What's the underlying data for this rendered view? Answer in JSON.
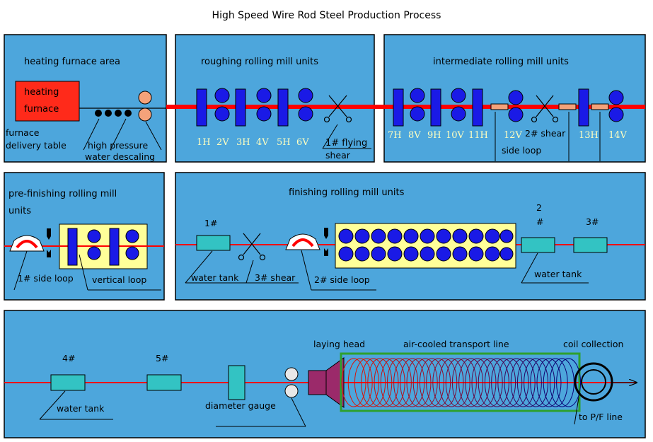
{
  "title": "High Speed Wire Rod Steel Production Process",
  "colors": {
    "panel": "#4da6dc",
    "rod": "#ff0000",
    "roll": "#1a1ae6",
    "tank": "#33c3c3",
    "housing": "#ffff99",
    "furnace": "#ff2a1a",
    "pinch": "#f4a27a",
    "laying_head": "#9b2a6a",
    "cooling_frame": "#2ea02e"
  },
  "panel1": {
    "title": "heating furnace area",
    "furnace": "heating furnace",
    "furnace_line1": "heating",
    "furnace_line2": "furnace",
    "delivery_line1": "furnace",
    "delivery_line2": "delivery table",
    "descaling_line1": "high pressure",
    "descaling_line2": "water descaling"
  },
  "panel2": {
    "title": "roughing rolling mill units",
    "stands": [
      "1H",
      "2V",
      "3H",
      "4V",
      "5H",
      "6V"
    ],
    "shear_line1": "1# flying",
    "shear_line2": "shear"
  },
  "panel3": {
    "title": "intermediate rolling mill units",
    "stands_a": [
      "7H",
      "8V",
      "9H",
      "10V",
      "11H"
    ],
    "stand_12": "12V",
    "shear": "2# shear",
    "stand_13": "13H",
    "stand_14": "14V",
    "side_loop": "side loop"
  },
  "panel4": {
    "title_line1": "pre-finishing rolling mill",
    "title_line2": "units",
    "side_loop": "1# side loop",
    "vertical_loop": "vertical loop"
  },
  "panel5": {
    "title": "finishing rolling mill units",
    "tank1": "1#",
    "water_tank_1": "water tank",
    "shear": "3# shear",
    "side_loop": "2# side loop",
    "tank2_line1": "2",
    "tank2_line2": "#",
    "tank3": "3#",
    "water_tank_2": "water tank"
  },
  "panel6": {
    "tank4": "4#",
    "tank5": "5#",
    "water_tank": "water tank",
    "diameter_gauge": "diameter gauge",
    "laying_head": "laying head",
    "transport_line": "air-cooled transport line",
    "coil_collection": "coil collection",
    "to_pf": "to P/F line"
  }
}
